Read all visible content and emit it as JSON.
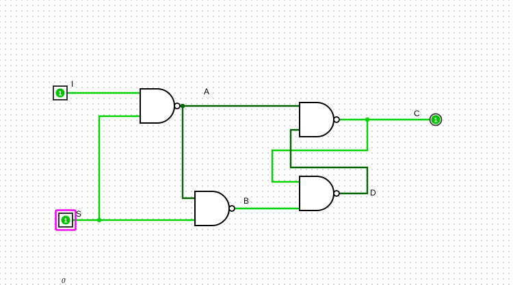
{
  "app": {
    "view": "logic-circuit-canvas"
  },
  "colors": {
    "wire_on": "#00d200",
    "wire_off": "#006400",
    "gate_stroke": "#000000",
    "selection": "#ff00ff",
    "pin_fill": "#00c400",
    "grid_dot": "#c4c4c4"
  },
  "labels": {
    "input_i": "I",
    "node_a": "A",
    "node_b": "B",
    "output_c": "C",
    "node_d": "D",
    "input_s": "S",
    "partial_bottom": "0"
  },
  "pins": {
    "input_i": {
      "value": "1"
    },
    "input_s": {
      "value": "1"
    },
    "output_c": {
      "value": "1"
    }
  },
  "gates": {
    "gate_a": "NAND",
    "gate_b": "NAND",
    "gate_c": "NAND",
    "gate_d": "NAND"
  }
}
